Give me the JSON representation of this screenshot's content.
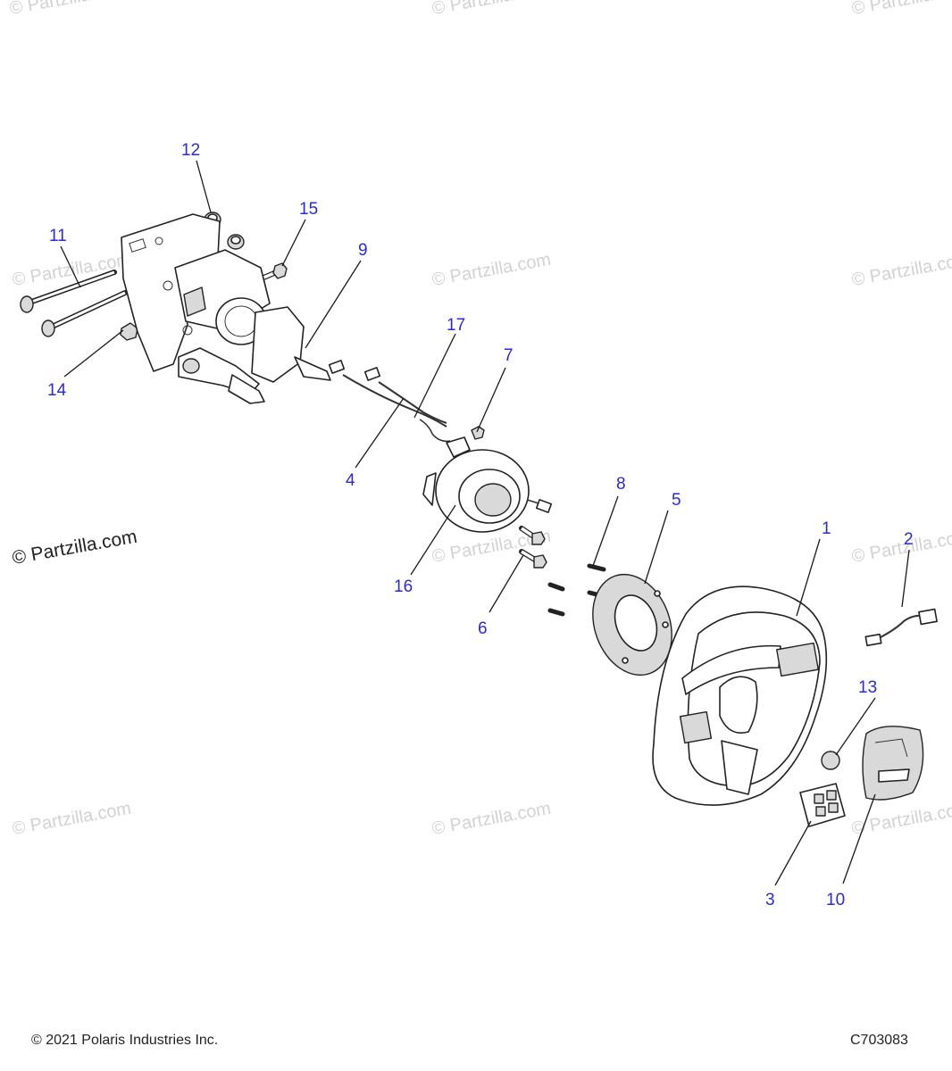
{
  "watermarks": {
    "main": "© Partzilla.com",
    "faint": "© Partzilla.com"
  },
  "callouts": [
    {
      "id": "1",
      "label": "1"
    },
    {
      "id": "2",
      "label": "2"
    },
    {
      "id": "3",
      "label": "3"
    },
    {
      "id": "4",
      "label": "4"
    },
    {
      "id": "5",
      "label": "5"
    },
    {
      "id": "6",
      "label": "6"
    },
    {
      "id": "7",
      "label": "7"
    },
    {
      "id": "8",
      "label": "8"
    },
    {
      "id": "9",
      "label": "9"
    },
    {
      "id": "10",
      "label": "10"
    },
    {
      "id": "11",
      "label": "11"
    },
    {
      "id": "12",
      "label": "12"
    },
    {
      "id": "13",
      "label": "13"
    },
    {
      "id": "14",
      "label": "14"
    },
    {
      "id": "15",
      "label": "15"
    },
    {
      "id": "16",
      "label": "16"
    },
    {
      "id": "17",
      "label": "17"
    }
  ],
  "footer": {
    "copyright": "© 2021 Polaris Industries Inc.",
    "drawing_number": "C703083"
  },
  "colors": {
    "callout": "#2a2ad8",
    "line": "#1a1a1a",
    "watermark": "#d2d2d2"
  }
}
